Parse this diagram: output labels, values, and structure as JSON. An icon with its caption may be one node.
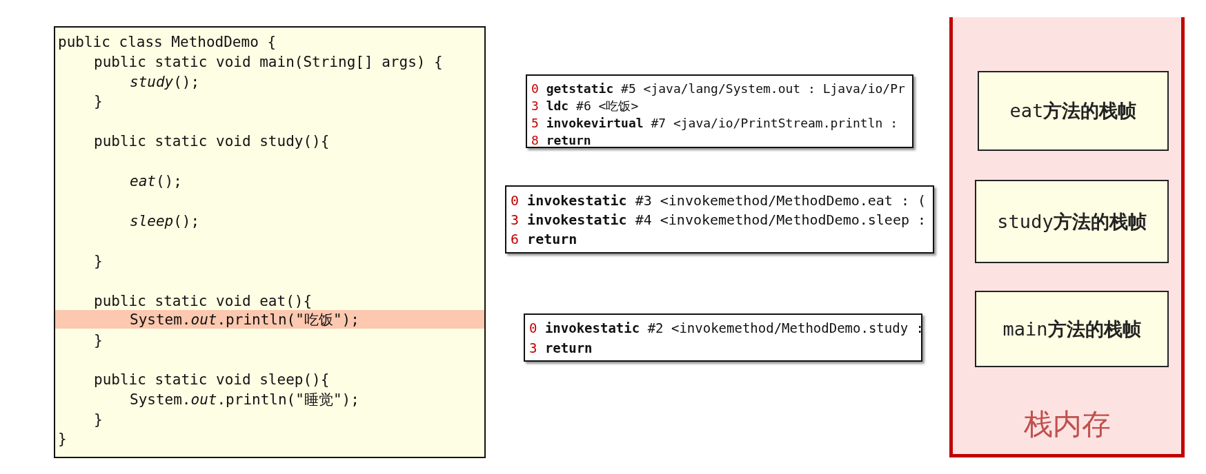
{
  "diagram": {
    "nodes": [
      {
        "text": [
          "public class MethodDemo {",
          "public static void main(String[] args) {",
          "*study*();",
          "}",
          "public static void study(){",
          "*eat*();",
          "*sleep*();",
          "}",
          "public static void eat(){",
          "System.*out*.println(\"吃饭\");",
          "}",
          "public static void sleep(){",
          "System.*out*.println(\"睡觉\");",
          "}",
          "}"
        ]
      },
      {
        "text": [
          "0 **getstatic** #5 <java/lang/System.out : Ljava/io/Pr",
          "3 **ldc** #6 <吃饭>",
          "5 **invokevirtual** #7 <java/io/PrintStream.println :",
          "8 **return**"
        ]
      },
      {
        "text": [
          "0 **invokestatic** #3 <invokemethod/MethodDemo.eat : (",
          "3 **invokestatic** #4 <invokemethod/MethodDemo.sleep :",
          "6 **return**"
        ]
      },
      {
        "text": [
          "0 **invokestatic** #2 <invokemethod/MethodDemo.study :",
          "3 **return**"
        ]
      },
      {
        "text": [
          "栈内存"
        ]
      },
      {
        "text": [
          "eat**方法的栈帧**"
        ],
        "in": 4
      },
      {
        "text": [
          "study**方法的栈帧**"
        ],
        "in": 4
      },
      {
        "text": [
          "main**方法的栈帧**"
        ],
        "in": 4
      }
    ],
    "edges": []
  }
}
